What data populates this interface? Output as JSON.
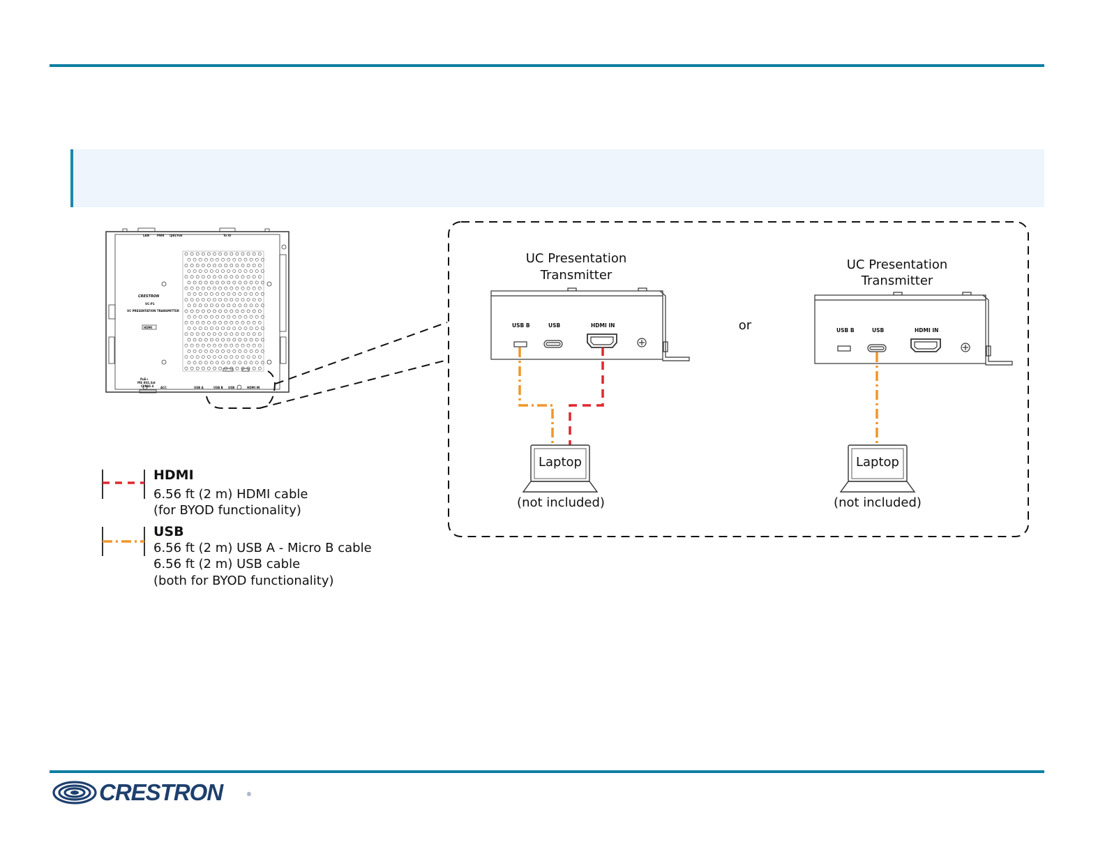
{
  "colors": {
    "rule": "#0f7fa3",
    "note_background": "#eef5fc",
    "hdmi_cable": "#e0262f",
    "usb_cable": "#f0962a",
    "logo": "#1e3f6e"
  },
  "diagram": {
    "device_rear_panel": {
      "top_labels": [
        "LAN",
        "PWR",
        "(pb)/run",
        "To IO"
      ],
      "brand": "CRESTRON",
      "model": "UC-P1",
      "product_name": "UC PRESENTATION TRANSMITTER",
      "hdmi_mark": "HDMI",
      "bottom_labels": [
        "PoE+",
        "PIE 802.3at",
        "CLASS 4",
        "ACC",
        "USB A",
        "USB B",
        "USB",
        "HDMI IN"
      ]
    },
    "option_a": {
      "device_label": "UC Presentation Transmitter",
      "ports": [
        "USB B",
        "USB",
        "HDMI IN"
      ],
      "laptop_label": "Laptop",
      "laptop_note": "(not included)"
    },
    "separator": "or",
    "option_b": {
      "device_label": "UC Presentation Transmitter",
      "ports": [
        "USB B",
        "USB",
        "HDMI IN"
      ],
      "laptop_label": "Laptop",
      "laptop_note": "(not included)"
    }
  },
  "legend": [
    {
      "title": "HDMI",
      "lines": [
        "6.56 ft (2 m) HDMI cable",
        "(for BYOD functionality)"
      ],
      "line_style": "dashed",
      "color_key": "hdmi_cable"
    },
    {
      "title": "USB",
      "lines": [
        "6.56 ft (2 m) USB A - Micro B cable",
        "6.56 ft (2 m) USB cable",
        "(both for BYOD functionality)"
      ],
      "line_style": "dash-dot",
      "color_key": "usb_cable"
    }
  ],
  "footer": {
    "logo_text": "CRESTRON",
    "logo_mark": "®"
  }
}
